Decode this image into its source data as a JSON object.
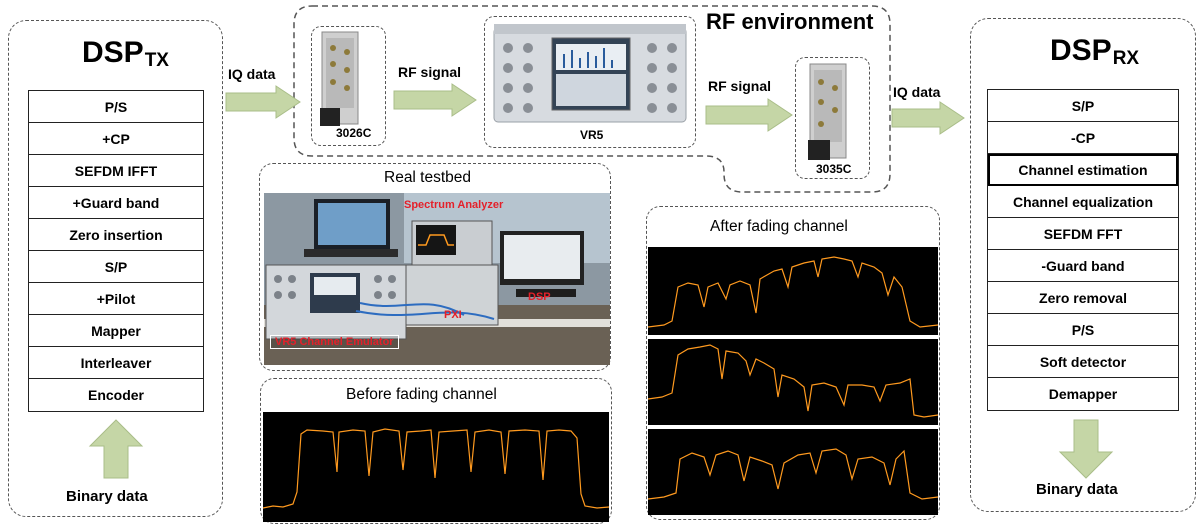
{
  "tx": {
    "title_main": "DSP",
    "title_sub": "TX",
    "blocks": [
      "P/S",
      "+CP",
      "SEFDM IFFT",
      "+Guard band",
      "Zero insertion",
      "S/P",
      "+Pilot",
      "Mapper",
      "Interleaver",
      "Encoder"
    ],
    "input_label": "Binary data"
  },
  "rx": {
    "title_main": "DSP",
    "title_sub": "RX",
    "blocks": [
      "S/P",
      "-CP",
      "Channel estimation",
      "Channel equalization",
      "SEFDM FFT",
      "-Guard band",
      "Zero removal",
      "P/S",
      "Soft detector",
      "Demapper"
    ],
    "output_label": "Binary data"
  },
  "rf_env": {
    "title": "RF environment",
    "iq_in": "IQ data",
    "rf_signal_1": "RF signal",
    "rf_signal_2": "RF signal",
    "iq_out": "IQ data",
    "dev_tx": "3026C",
    "emulator": "VR5",
    "dev_rx": "3035C"
  },
  "testbed": {
    "title": "Real testbed",
    "tag_analyzer": "Spectrum Analyzer",
    "tag_dsp": "DSP",
    "tag_pxi": "PXI",
    "tag_vr5": "VR5 Channel Emulator"
  },
  "before": {
    "title": "Before fading channel"
  },
  "after": {
    "title": "After fading channel"
  },
  "colors": {
    "arrow_fill": "#c5d6a6",
    "trace": "#ff9a1f",
    "tag_text": "#e4202a",
    "tag_box": "#ffffff"
  }
}
